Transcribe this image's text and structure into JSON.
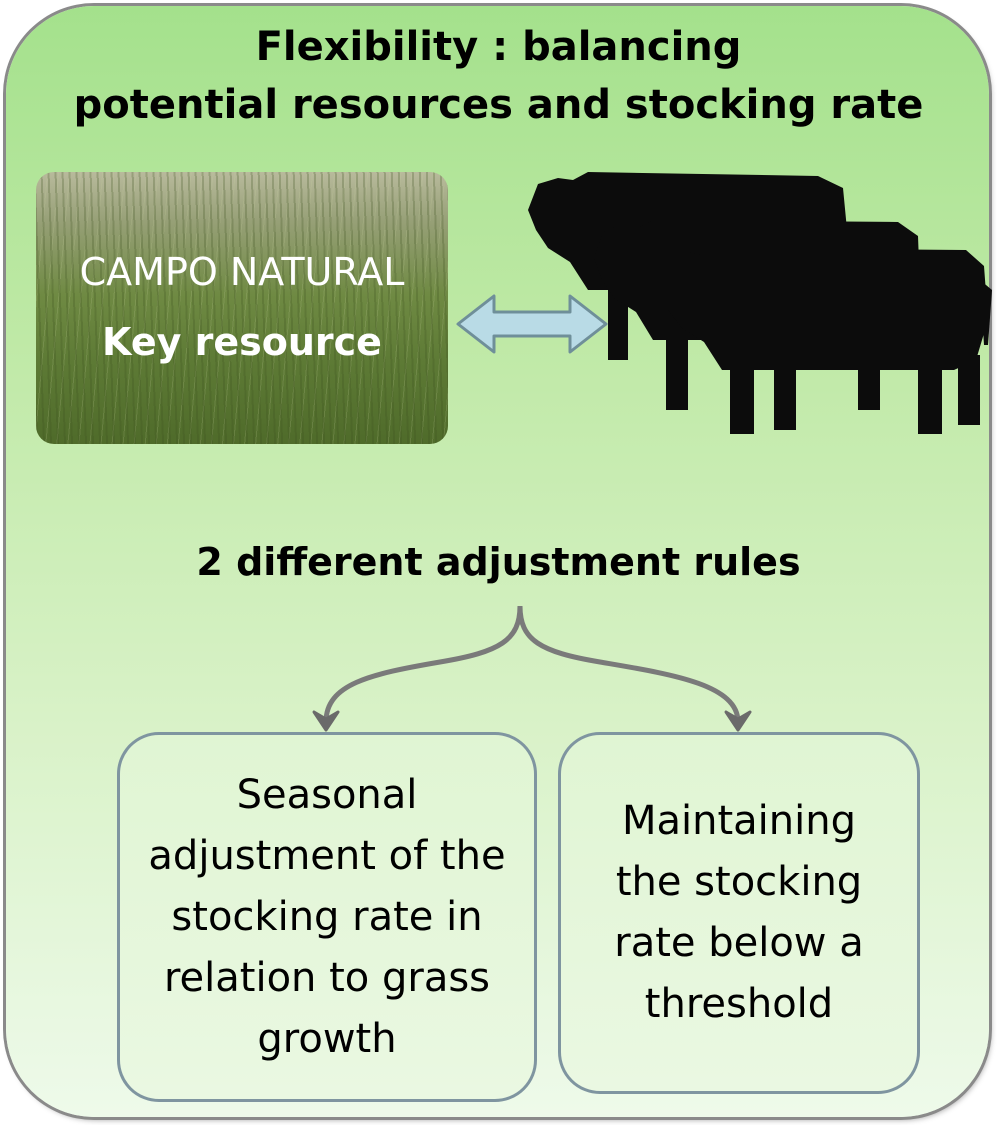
{
  "title": {
    "line1": "Flexibility : balancing",
    "line2": "potential resources and stocking rate"
  },
  "pasture": {
    "name": "CAMPO NATURAL",
    "role": "Key resource"
  },
  "exchange_icon": "double-headed-arrow-icon",
  "cattle_icon": "cattle-herd-icon",
  "rules_heading": "2 different adjustment  rules",
  "rules": [
    {
      "text": "Seasonal adjustment of the stocking rate in relation to grass growth"
    },
    {
      "text": "Maintaining the stocking rate below a threshold"
    }
  ],
  "colors": {
    "panel_top": "#a4e18c",
    "panel_bottom": "#eefaea",
    "box_border": "#7f95a0",
    "arrow_fill": "#b9dbe6",
    "cattle": "#0c0c0c"
  }
}
